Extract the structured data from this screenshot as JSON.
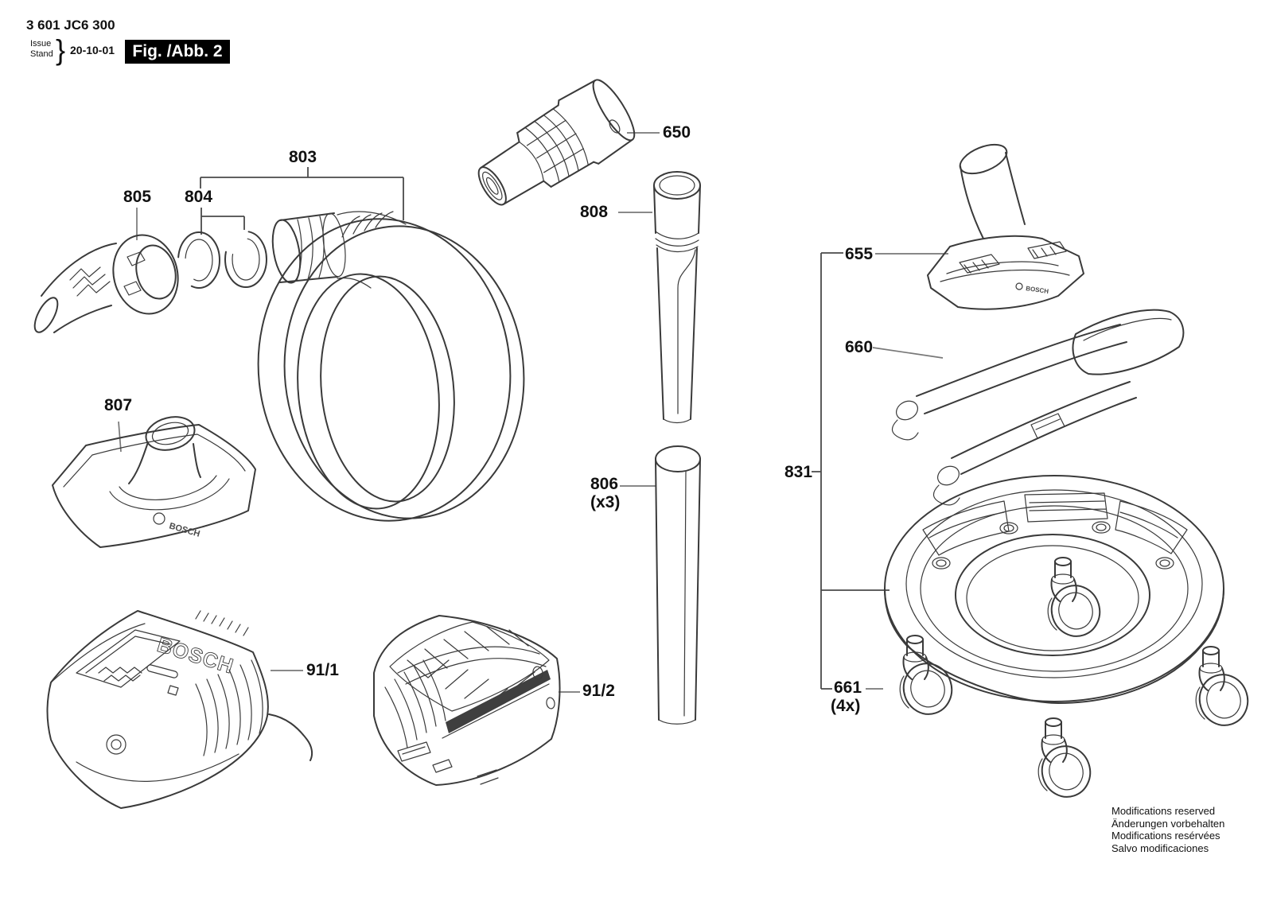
{
  "colors": {
    "line": "#3a3a3a",
    "leader": "#787878",
    "badge_bg": "#000000",
    "badge_text": "#ffffff"
  },
  "header": {
    "part_number": "3 601 JC6 300",
    "issue_line1": "Issue",
    "issue_line2": "Stand",
    "brace": "}",
    "date": "20-10-01",
    "figure_label": "Fig. /Abb. 2"
  },
  "brand": "BOSCH",
  "parts": [
    {
      "id": "803",
      "label": "803",
      "qty": ""
    },
    {
      "id": "804",
      "label": "804",
      "qty": ""
    },
    {
      "id": "805",
      "label": "805",
      "qty": ""
    },
    {
      "id": "650",
      "label": "650",
      "qty": ""
    },
    {
      "id": "808",
      "label": "808",
      "qty": ""
    },
    {
      "id": "806",
      "label": "806",
      "qty": "(x3)"
    },
    {
      "id": "807",
      "label": "807",
      "qty": ""
    },
    {
      "id": "91/1",
      "label": "91/1",
      "qty": ""
    },
    {
      "id": "91/2",
      "label": "91/2",
      "qty": ""
    },
    {
      "id": "655",
      "label": "655",
      "qty": ""
    },
    {
      "id": "660",
      "label": "660",
      "qty": ""
    },
    {
      "id": "831",
      "label": "831",
      "qty": ""
    },
    {
      "id": "661",
      "label": "661",
      "qty": "(4x)"
    }
  ],
  "footer": {
    "lines": [
      "Modifications reserved",
      "Änderungen vorbehalten",
      "Modifications resérvées",
      "Salvo modificaciones"
    ]
  }
}
